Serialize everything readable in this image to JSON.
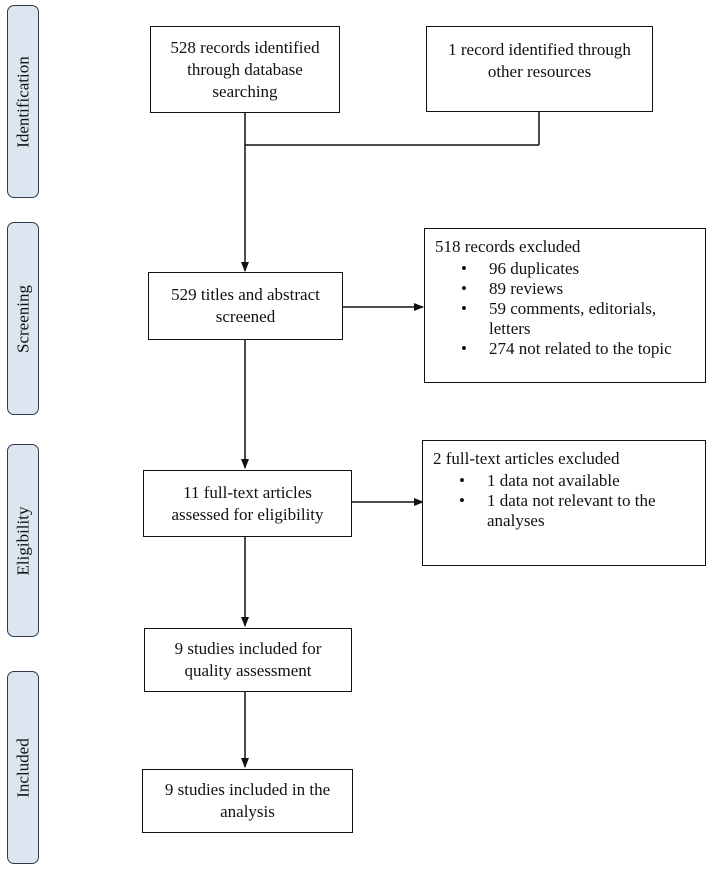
{
  "stages": [
    {
      "id": "identification",
      "label": "Identification"
    },
    {
      "id": "screening",
      "label": "Screening"
    },
    {
      "id": "eligibility",
      "label": "Eligibility"
    },
    {
      "id": "included",
      "label": "Included"
    }
  ],
  "boxes": {
    "db_search": "528 records identified through database searching",
    "other_resources": "1 record identified through other resources",
    "screened": "529 titles and abstract screened",
    "fulltext": "11 full-text articles assessed for eligibility",
    "quality": "9 studies included for quality assessment",
    "analysis": "9 studies included in the analysis"
  },
  "excluded_records": {
    "title": "518 records excluded",
    "items": [
      "96 duplicates",
      "89 reviews",
      "59 comments, editorials, letters",
      "274 not related to the topic"
    ]
  },
  "excluded_fulltext": {
    "title": "2 full-text articles excluded",
    "items": [
      "1 data not available",
      "1 data not relevant to the analyses"
    ]
  }
}
